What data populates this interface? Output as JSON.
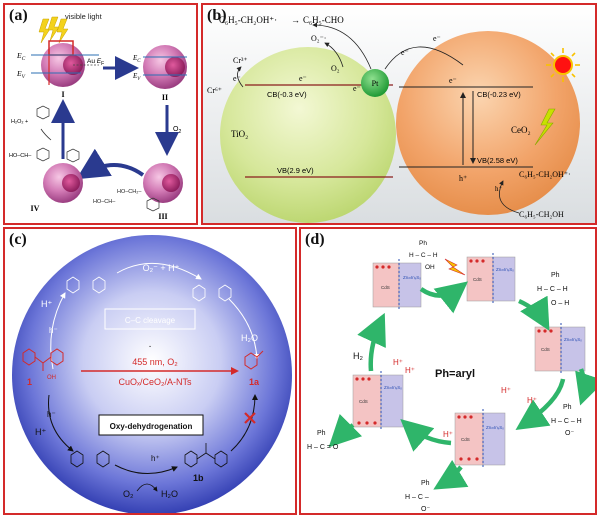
{
  "panel_a": {
    "label": "(a)",
    "visible_light": "visible light",
    "ec": "E",
    "ec_sub": "C",
    "ev": "E",
    "ev_sub": "V",
    "au_ef": "Au",
    "ef": "E",
    "ef_sub": "F",
    "step_I": "I",
    "step_II": "II",
    "step_III": "III",
    "step_IV": "IV",
    "o2": "O",
    "o2_sub": "2",
    "h2o2": "H₂O₂ +",
    "product_left": "HO–CH–",
    "reactant_iii": "HO–CH₂–",
    "reactant_iv": "HO–CH–"
  },
  "panel_b": {
    "label": "(b)",
    "top_reactant": "C₆H₅-CH₂OH⁺·",
    "top_arrow": "→",
    "top_product": "C₆H₅-CHO",
    "o2_minus": "O₂⁻·",
    "o2": "O₂",
    "cr6": "Cr⁶⁺",
    "cr3": "Cr³⁺",
    "e_minus": "e⁻",
    "pt": "Pt",
    "tio2_cb": "CB(-0.3 eV)",
    "tio2": "TiO₂",
    "tio2_vb": "VB(2.9 eV)",
    "ceo2_cb": "CB(-0.23 eV)",
    "ceo2": "CeO₂",
    "ceo2_vb": "VB(2.58 eV)",
    "hole": "h⁺",
    "radical": "C₆H₅-CH₂OH⁺·",
    "alcohol": "C₆H₅-CH₂OH"
  },
  "panel_c": {
    "label": "(c)",
    "o2_h": "O₂⁻ + H⁺",
    "dot": "·",
    "cc_cleavage": "C–C cleavage",
    "h2o": "H₂O",
    "h_plus": "H⁺",
    "h_minus": "h⁻",
    "condition_1": "455 nm, O₂",
    "condition_2": "CuOₓ/CeO₂/A-NTs",
    "compound_1": "1",
    "compound_1a": "1a",
    "compound_1b": "1b",
    "oh": "OH",
    "oxy_dehydro": "Oxy-dehydrogenation",
    "o2_bottom": "O₂",
    "h2o_bottom": "H₂O",
    "h_cross": "h⁺"
  },
  "panel_d": {
    "label": "(d)",
    "ph_aryl": "Ph=aryl",
    "h2": "H₂",
    "h_plus": "H⁺",
    "ph": "Ph",
    "cds": "CdS",
    "zn": "ZnₘInₓSₓ",
    "hc_o": "H – C = O",
    "h_c_oh": "H – C – H",
    "oh": "OH",
    "o_h": "O – H",
    "h_c_h": "H – C – H",
    "o_minus": "O⁻",
    "h_c_o": "H – C –"
  },
  "colors": {
    "frame": "#d42a2a",
    "tio2_sphere": "#cfe59a",
    "ceo2_sphere": "#f2a46a",
    "pt_sphere": "#39b54a",
    "panel_c_sphere": "#4a55c8",
    "green_arrow": "#2fb56a",
    "navy_arrow": "#2a3a8f"
  }
}
